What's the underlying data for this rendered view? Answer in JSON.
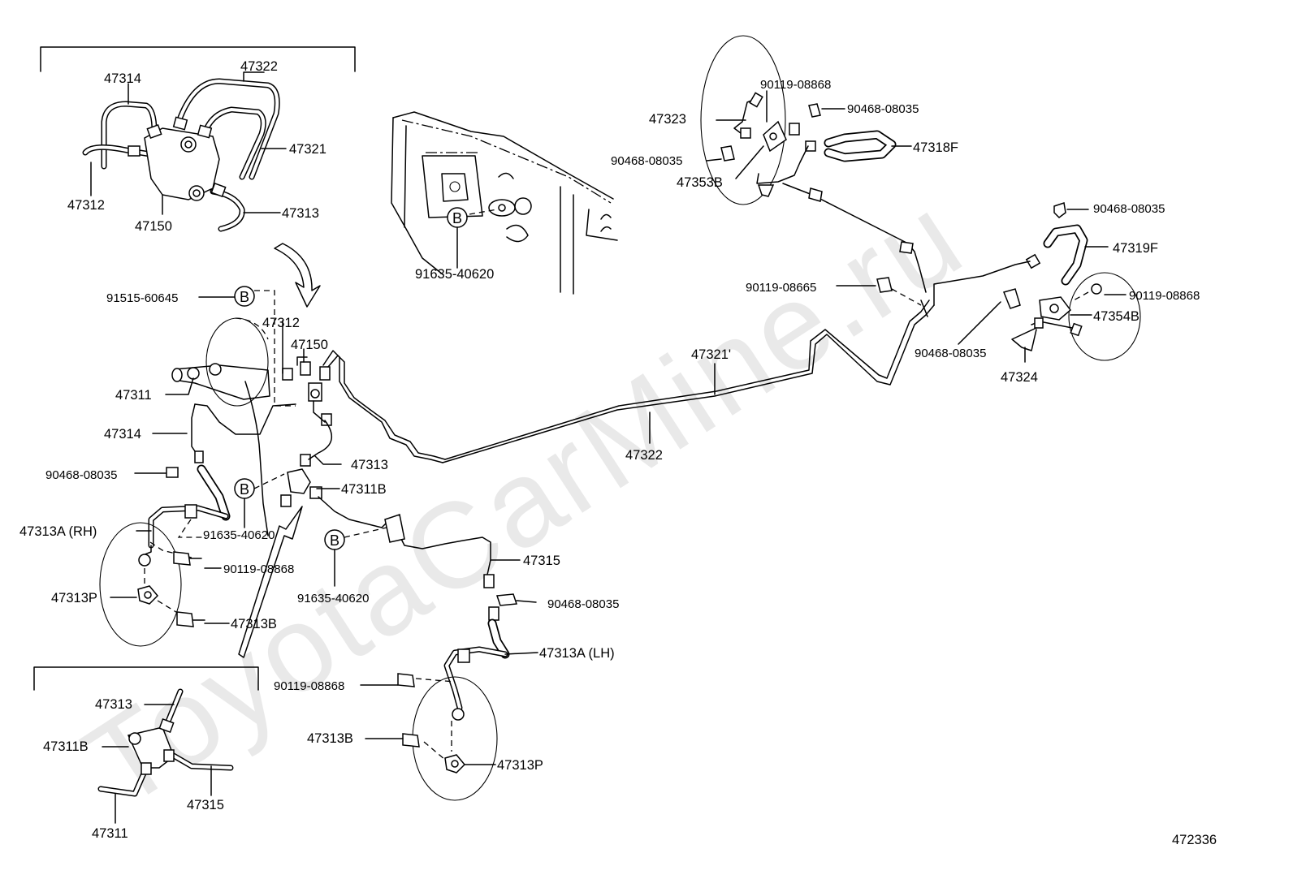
{
  "diagram_id": "472336",
  "watermark": "ToyotaCarMine.ru",
  "badge_letter": "B",
  "labels": {
    "p47322_top": "47322",
    "p47314_top": "47314",
    "p47321_top": "47321",
    "p47312_top": "47312",
    "p47150_top": "47150",
    "p47313_top": "47313",
    "p91635_center": "91635-40620",
    "p91515": "91515-60645",
    "p47312_mid": "47312",
    "p47150_mid": "47150",
    "p47311_mid": "47311",
    "p47314_mid": "47314",
    "p47313_mid": "47313",
    "p47311B_mid": "47311B",
    "p90468_left": "90468-08035",
    "p91635_left": "91635-40620",
    "p47313A_rh": "47313A (RH)",
    "p90119_rh": "90119-08868",
    "p47313P_rh": "47313P",
    "p47313B_rh": "47313B",
    "p91635_lower": "91635-40620",
    "p47315_mid": "47315",
    "p90468_lh": "90468-08035",
    "p47313A_lh": "47313A (LH)",
    "p90119_lh": "90119-08868",
    "p47313B_lh": "47313B",
    "p47313P_lh": "47313P",
    "p47313_inset": "47313",
    "p47311B_inset": "47311B",
    "p47315_inset": "47315",
    "p47311_inset": "47311",
    "p47321_long": "47321'",
    "p47322_long": "47322",
    "p90119_08868_tr": "90119-08868",
    "p90468_tr1": "90468-08035",
    "p47323": "47323",
    "p47318F": "47318F",
    "p90468_tr2": "90468-08035",
    "p47353B": "47353B",
    "p90468_r1": "90468-08035",
    "p47319F": "47319F",
    "p90119_08665": "90119-08665",
    "p90119_r": "90119-08868",
    "p47354B": "47354B",
    "p90468_r2": "90468-08035",
    "p47324": "47324"
  }
}
